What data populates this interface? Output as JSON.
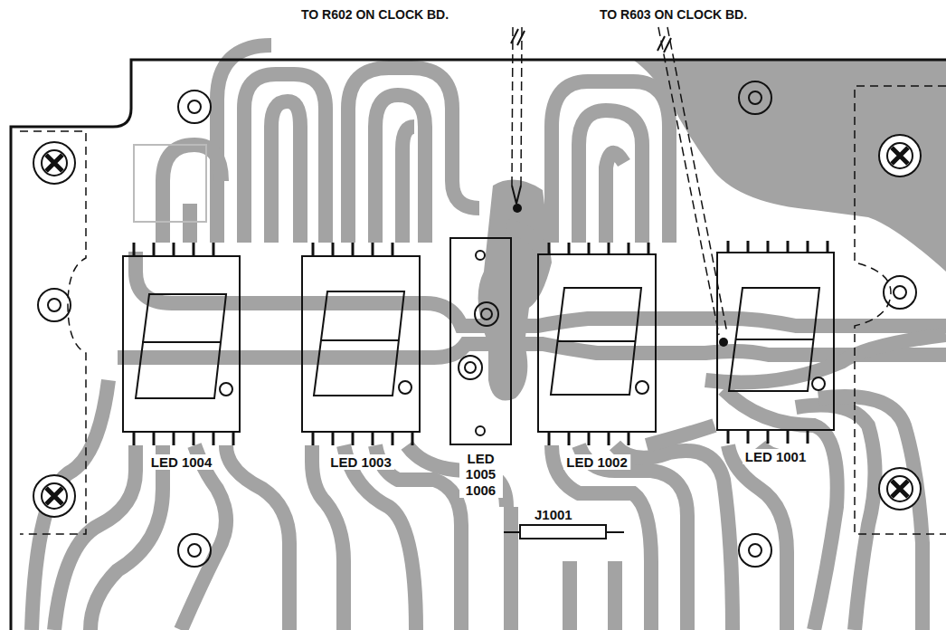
{
  "diagram": {
    "nodes": [
      {
        "text": [
          "LED 1004"
        ]
      },
      {
        "text": [
          "LED 1003"
        ]
      },
      {
        "text": [
          "LED 1005 1006"
        ]
      },
      {
        "text": [
          "LED 1002"
        ]
      },
      {
        "text": [
          "LED 1001"
        ]
      }
    ],
    "labels": [
      "TO R602 ON CLOCK BD.",
      "TO R603 ON CLOCK BD.",
      "J1001"
    ]
  }
}
